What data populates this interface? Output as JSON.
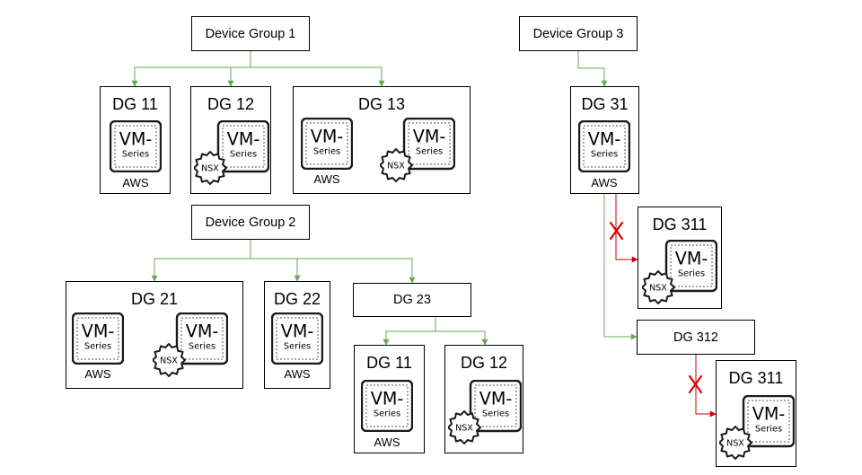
{
  "labels": {
    "device_group_1": "Device Group 1",
    "device_group_2": "Device Group 2",
    "device_group_3": "Device Group 3",
    "dg_11": "DG 11",
    "dg_12": "DG 12",
    "dg_13": "DG 13",
    "dg_21": "DG 21",
    "dg_22": "DG 22",
    "dg_23": "DG 23",
    "dg_31": "DG 31",
    "dg_311": "DG 311",
    "dg_312": "DG 312",
    "aws": "AWS"
  },
  "icon_text": {
    "vm": "VM-",
    "series": "Series",
    "nsx": "NSX"
  },
  "colors": {
    "allowed_connector": "#6aa84f",
    "blocked_connector": "#cc0000",
    "blocked_mark": "#e00000"
  },
  "icon_names": [
    "vm-series-icon",
    "vm-series-nsx-icon"
  ]
}
